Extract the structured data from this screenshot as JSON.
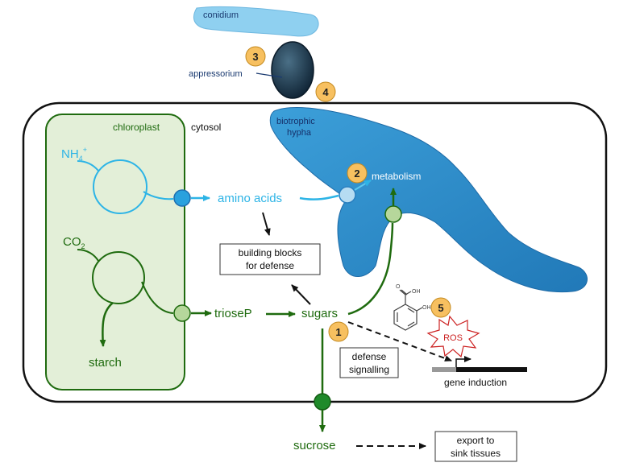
{
  "labels": {
    "conidium": "conidium",
    "appressorium": "appressorium",
    "biotrophic_line1": "biotrophic",
    "biotrophic_line2": "hypha",
    "chloroplast": "chloroplast",
    "cytosol": "cytosol",
    "nh4_base": "NH",
    "nh4_sub": "4",
    "nh4_sup": "+",
    "co2_base": "CO",
    "co2_sub": "2",
    "amino_acids": "amino acids",
    "metabolism": "metabolism",
    "building_blocks_line1": "building blocks",
    "building_blocks_line2": "for defense",
    "triose": "trioseP",
    "sugars": "sugars",
    "starch": "starch",
    "defense_line1": "defense",
    "defense_line2": "signalling",
    "ros": "ROS",
    "gene_induction": "gene induction",
    "sucrose": "sucrose",
    "export_line1": "export to",
    "export_line2": "sink tissues",
    "sa_o": "O",
    "sa_oh1": "OH",
    "sa_oh2": "OH"
  },
  "badges": [
    "3",
    "4",
    "2",
    "5",
    "1"
  ],
  "colors": {
    "green": "#1f6b0f",
    "cyan": "#2db4e6",
    "fungus": "#2f8fcc",
    "chloroplast_fill": "#e3efd8",
    "badge": "#f7c060",
    "ros": "#cc2222"
  }
}
